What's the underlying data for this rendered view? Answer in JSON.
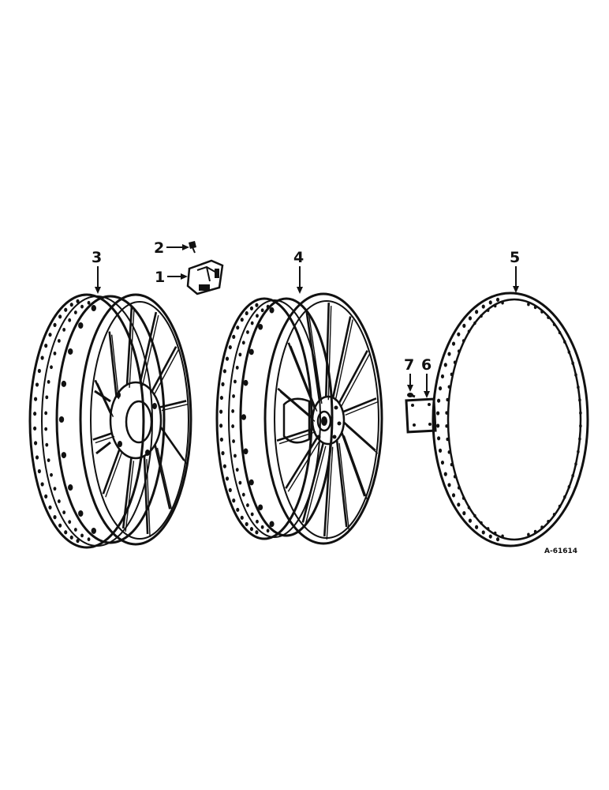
{
  "callouts": {
    "part_1": "1",
    "part_2": "2",
    "part_3": "3",
    "part_4": "4",
    "part_5": "5",
    "part_6": "6",
    "part_7": "7"
  },
  "drawing_id": "A-61614"
}
